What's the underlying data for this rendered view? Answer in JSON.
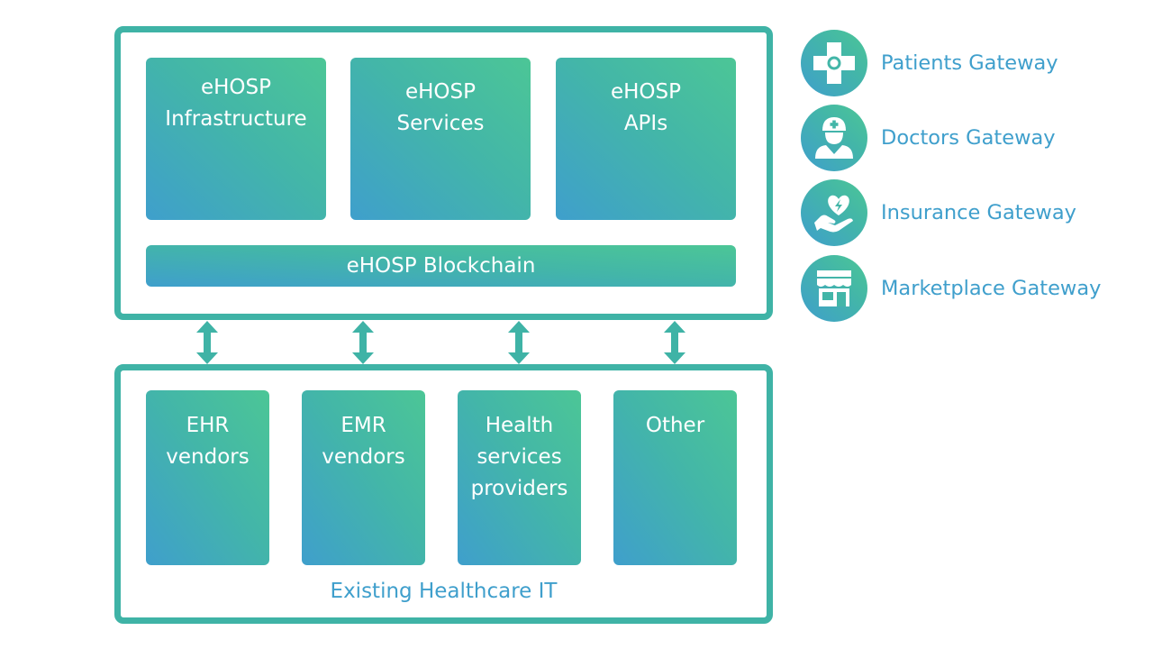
{
  "platform": {
    "tiles": [
      {
        "lines": [
          "eHOSP",
          "Infrastructure"
        ]
      },
      {
        "lines": [
          "eHOSP",
          "Services"
        ]
      },
      {
        "lines": [
          "eHOSP",
          "APIs"
        ]
      }
    ],
    "blockchain_label": "eHOSP Blockchain"
  },
  "existing": {
    "tiles": [
      {
        "lines": [
          "EHR",
          "vendors"
        ]
      },
      {
        "lines": [
          "EMR",
          "vendors"
        ]
      },
      {
        "lines": [
          "Health",
          "services",
          "providers"
        ]
      },
      {
        "lines": [
          "Other"
        ]
      }
    ],
    "caption": "Existing Healthcare IT"
  },
  "gateways": [
    {
      "label": "Patients Gateway",
      "icon": "medical-cross-icon"
    },
    {
      "label": "Doctors Gateway",
      "icon": "doctor-icon"
    },
    {
      "label": "Insurance Gateway",
      "icon": "heart-in-hand-icon"
    },
    {
      "label": "Marketplace Gateway",
      "icon": "storefront-icon"
    }
  ],
  "colors": {
    "accent_blue": "#3f9fcc",
    "accent_teal": "#43b6a8",
    "accent_green": "#4cc696"
  }
}
